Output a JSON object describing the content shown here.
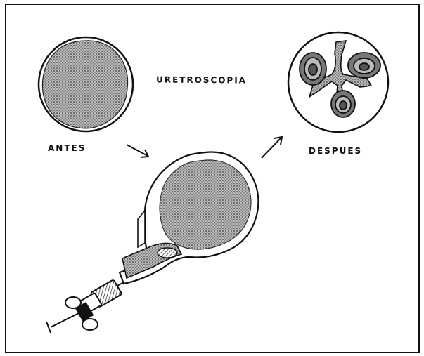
{
  "diagram": {
    "title": "URETROSCOPIA",
    "label_before": "ANTES",
    "label_after": "DESPUES",
    "colors": {
      "ink": "#111111",
      "stipple_fill": "#9a9a9a",
      "paper": "#ffffff"
    }
  }
}
